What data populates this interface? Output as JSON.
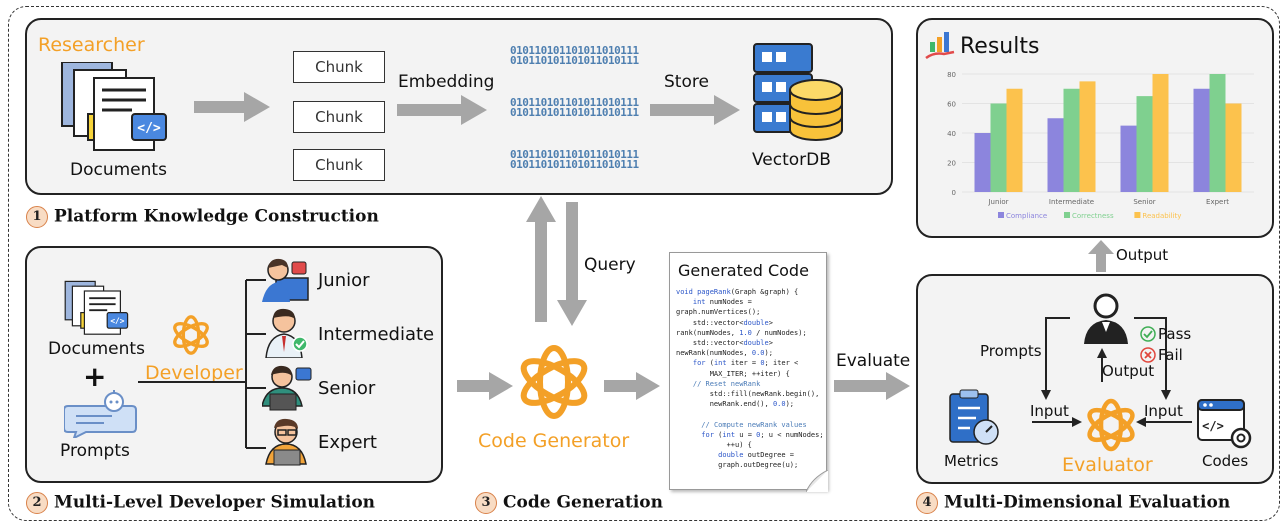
{
  "section1": {
    "number": "1",
    "title": "Platform Knowledge Construction",
    "researcher": "Researcher",
    "documents": "Documents",
    "chunk": "Chunk",
    "embedding": "Embedding",
    "store": "Store",
    "vectordb": "VectorDB",
    "binary": [
      "010110101101011010111",
      "010110101101011010111"
    ]
  },
  "section2": {
    "number": "2",
    "title": "Multi-Level Developer Simulation",
    "documents": "Documents",
    "plus": "+",
    "prompts": "Prompts",
    "developer": "Developer",
    "levels": [
      "Junior",
      "Intermediate",
      "Senior",
      "Expert"
    ]
  },
  "section3": {
    "number": "3",
    "title": "Code Generation",
    "query": "Query",
    "code_generator": "Code Generator",
    "code_title": "Generated Code",
    "evaluate": "Evaluate"
  },
  "section4": {
    "number": "4",
    "title": "Multi-Dimensional Evaluation",
    "prompts": "Prompts",
    "output": "Output",
    "pass": "Pass",
    "fail": "Fail",
    "input": "Input",
    "metrics": "Metrics",
    "evaluator": "Evaluator",
    "codes": "Codes"
  },
  "results": {
    "title": "Results",
    "output": "Output"
  },
  "chart_data": {
    "type": "bar",
    "categories": [
      "Junior",
      "Intermediate",
      "Senior",
      "Expert"
    ],
    "series": [
      {
        "name": "Compliance",
        "values": [
          40,
          50,
          45,
          70
        ],
        "color": "#8c85dd"
      },
      {
        "name": "Correctness",
        "values": [
          60,
          70,
          65,
          80
        ],
        "color": "#7fd08f"
      },
      {
        "name": "Readability",
        "values": [
          70,
          75,
          80,
          60
        ],
        "color": "#fcc24d"
      }
    ],
    "yticks": [
      0,
      20,
      40,
      60,
      80
    ],
    "ylim": [
      0,
      80
    ],
    "legend": "bottom"
  }
}
